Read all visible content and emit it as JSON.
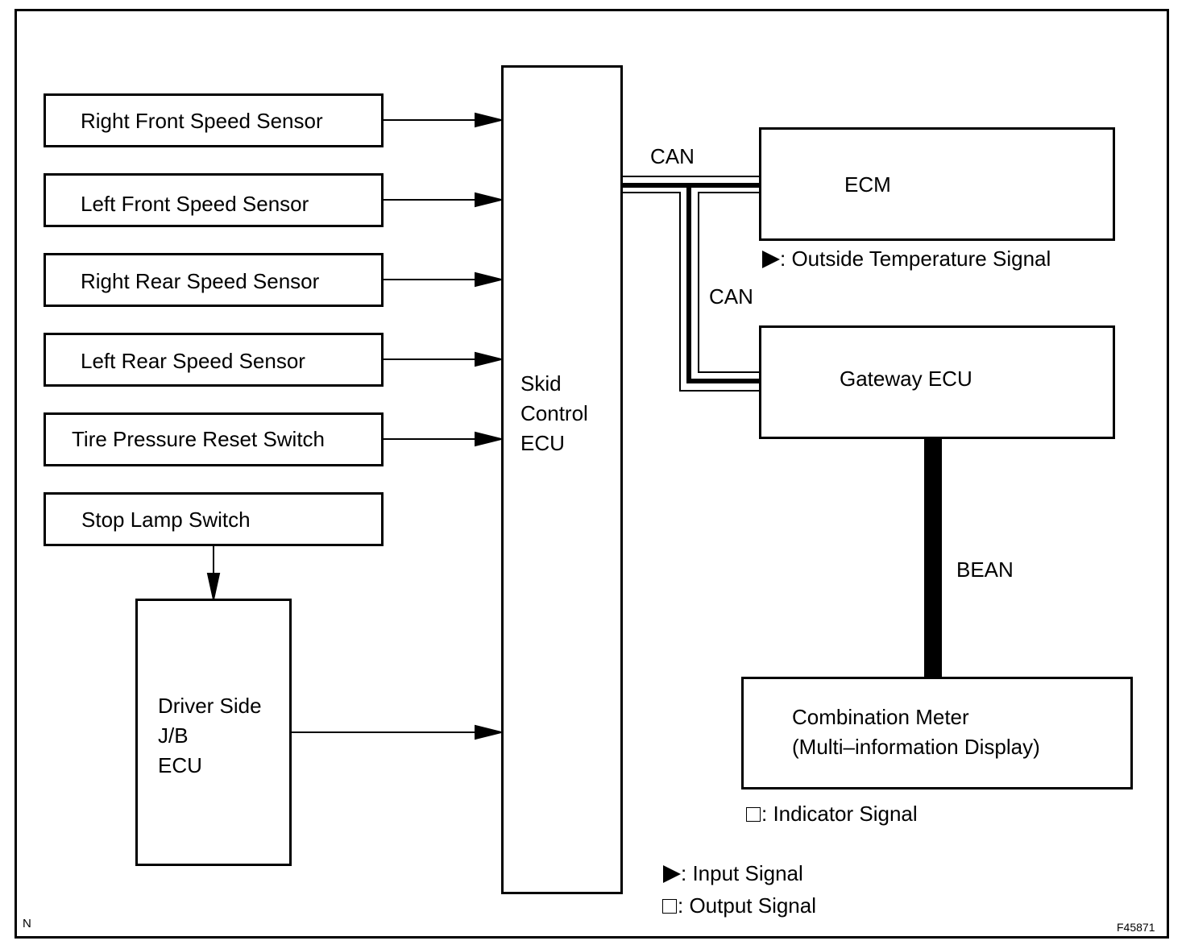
{
  "diagram": {
    "figure_id": "F45871",
    "corner_mark": "N",
    "inputs": [
      {
        "id": "rf",
        "label": "Right Front Speed Sensor"
      },
      {
        "id": "lf",
        "label": "Left Front Speed Sensor"
      },
      {
        "id": "rr",
        "label": "Right Rear Speed Sensor"
      },
      {
        "id": "lr",
        "label": "Left Rear Speed Sensor"
      },
      {
        "id": "tp",
        "label": "Tire Pressure Reset Switch"
      },
      {
        "id": "sl",
        "label": "Stop Lamp Switch"
      }
    ],
    "jb_ecu": {
      "lines": [
        "Driver Side",
        "J/B",
        "ECU"
      ]
    },
    "skid_ecu": {
      "lines": [
        "Skid",
        "Control",
        "ECU"
      ]
    },
    "ecm": {
      "label": "ECM",
      "signal": ": Outside Temperature Signal"
    },
    "gateway": {
      "label": "Gateway ECU"
    },
    "meter": {
      "lines": [
        "Combination Meter",
        "(Multi–information Display)"
      ],
      "signal": ": Indicator Signal"
    },
    "buses": {
      "can_top": "CAN",
      "can_mid": "CAN",
      "bean": "BEAN"
    },
    "legend": {
      "input": ": Input Signal",
      "output": ": Output Signal"
    },
    "edges": [
      {
        "from": "Right Front Speed Sensor",
        "to": "Skid Control ECU",
        "type": "input-arrow"
      },
      {
        "from": "Left Front Speed Sensor",
        "to": "Skid Control ECU",
        "type": "input-arrow"
      },
      {
        "from": "Right Rear Speed Sensor",
        "to": "Skid Control ECU",
        "type": "input-arrow"
      },
      {
        "from": "Left Rear Speed Sensor",
        "to": "Skid Control ECU",
        "type": "input-arrow"
      },
      {
        "from": "Tire Pressure Reset Switch",
        "to": "Skid Control ECU",
        "type": "input-arrow"
      },
      {
        "from": "Stop Lamp Switch",
        "to": "Driver Side J/B ECU",
        "type": "input-arrow"
      },
      {
        "from": "Driver Side J/B ECU",
        "to": "Skid Control ECU",
        "type": "input-arrow"
      },
      {
        "from": "Skid Control ECU",
        "to": "ECM",
        "type": "CAN"
      },
      {
        "from": "Skid Control ECU",
        "to": "Gateway ECU",
        "type": "CAN"
      },
      {
        "from": "Gateway ECU",
        "to": "Combination Meter",
        "type": "BEAN"
      }
    ]
  }
}
